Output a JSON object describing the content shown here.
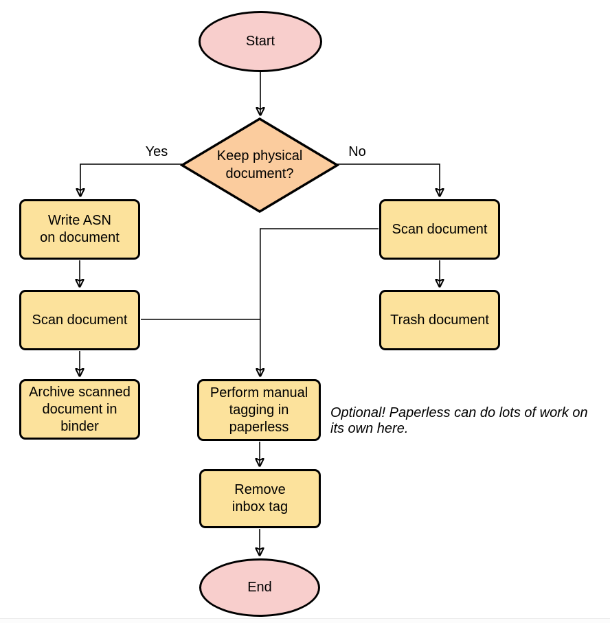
{
  "colors": {
    "terminal_fill": "#F8CECC",
    "decision_fill": "#FBCC9E",
    "process_fill": "#FCE29C",
    "shape_stroke": "#000000",
    "edge_stroke": "#000000",
    "canvas_bg": "#FFFFFF"
  },
  "nodes": {
    "start": {
      "label": "Start",
      "type": "terminal"
    },
    "decision": {
      "label": "Keep physical\ndocument?",
      "type": "decision"
    },
    "write_asn": {
      "label": "Write ASN\non document",
      "type": "process"
    },
    "scan_left": {
      "label": "Scan document",
      "type": "process"
    },
    "archive": {
      "label": "Archive scanned\ndocument in\nbinder",
      "type": "process"
    },
    "scan_right": {
      "label": "Scan document",
      "type": "process"
    },
    "trash": {
      "label": "Trash document",
      "type": "process"
    },
    "perform_tagging": {
      "label": "Perform manual\ntagging in\npaperless",
      "type": "process"
    },
    "remove_inbox": {
      "label": "Remove\ninbox tag",
      "type": "process"
    },
    "end": {
      "label": "End",
      "type": "terminal"
    }
  },
  "edge_labels": {
    "yes": "Yes",
    "no": "No"
  },
  "annotation": {
    "text": "Optional! Paperless can do lots of work on\nits own here."
  }
}
